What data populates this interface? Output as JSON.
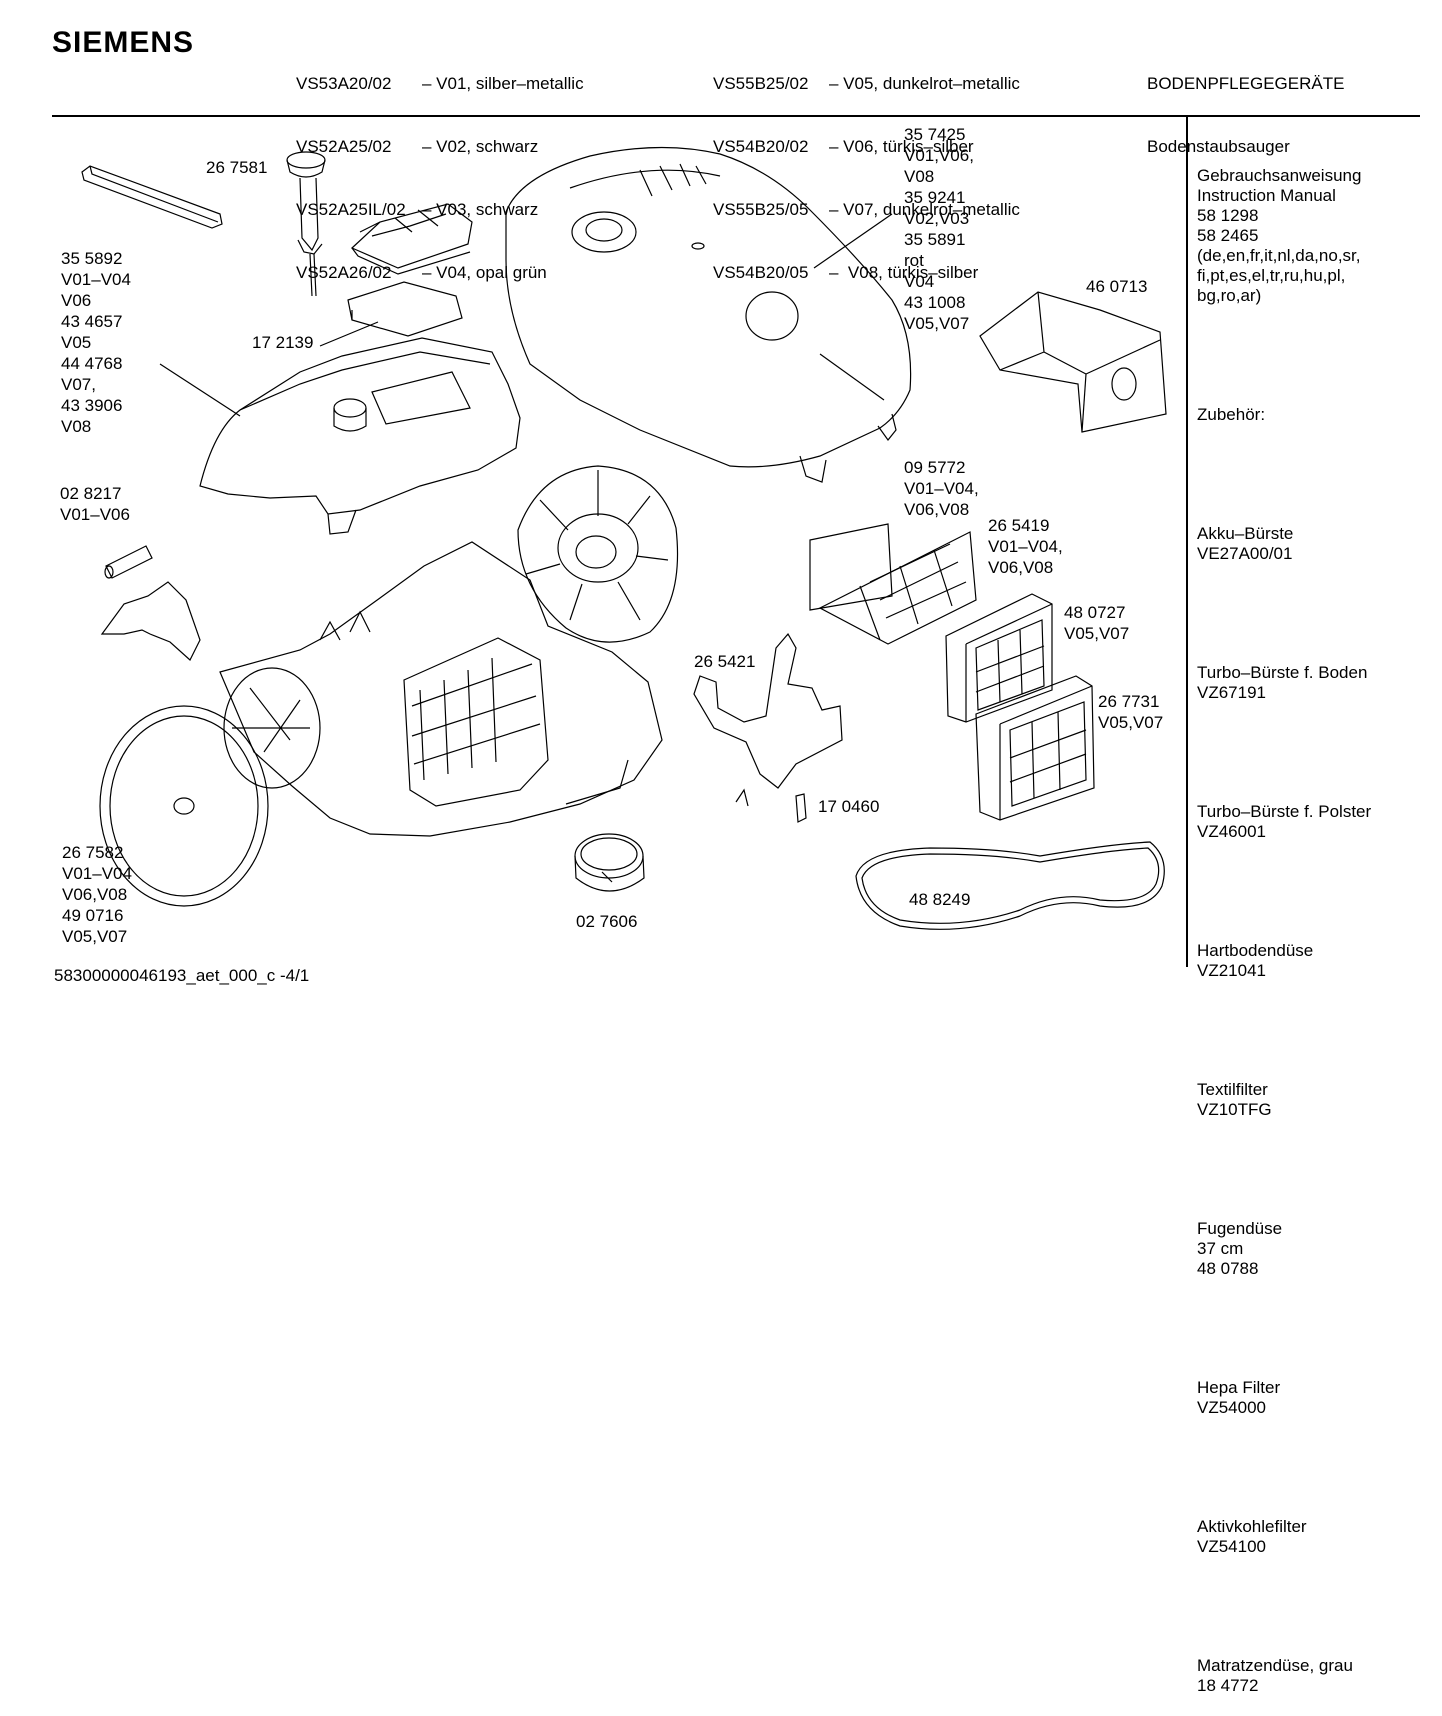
{
  "brand": "SIEMENS",
  "header": {
    "models_left": [
      "VS53A20/02",
      "VS52A25/02",
      "VS52A25IL/02",
      "VS52A26/02"
    ],
    "variants_left": [
      "– V01, silber–metallic",
      "– V02, schwarz",
      "– V03, schwarz",
      "– V04, opal grün"
    ],
    "models_right": [
      "VS55B25/02",
      "VS54B20/02",
      "VS55B25/05",
      "VS54B20/05"
    ],
    "variants_right": [
      "– V05, dunkelrot–metallic",
      "– V06, türkis–silber",
      "– V07, dunkelrot–metallic",
      "–  V08, türkis–silber"
    ],
    "category": "BODENPFLEGEGERÄTE",
    "subcategory": "Bodenstaubsauger"
  },
  "parts": {
    "p267581": "26 7581",
    "p355892": "35 5892\nV01–V04\nV06\n43 4657\nV05\n44 4768\nV07,\n43 3906\nV08",
    "p172139": "17 2139",
    "p357425": "35 7425\nV01,V06,\nV08\n35 9241\nV02,V03\n35 5891\nrot\nV04\n43 1008\nV05,V07",
    "p460713": "46 0713",
    "p028217": "02 8217\nV01–V06",
    "p095772": "09 5772\nV01–V04,\nV06,V08",
    "p265419": "26 5419\nV01–V04,\nV06,V08",
    "p480727": "48 0727\nV05,V07",
    "p265421": "26 5421",
    "p267731": "26 7731\nV05,V07",
    "p170460": "17 0460",
    "p267582": "26 7582\nV01–V04\nV06,V08\n49 0716\nV05,V07",
    "p027606": "02 7606",
    "p488249": "48 8249"
  },
  "sidebar": [
    "Gebrauchsanweisung\nInstruction Manual\n58 1298\n58 2465\n(de,en,fr,it,nl,da,no,sr,\nfi,pt,es,el,tr,ru,hu,pl,\nbg,ro,ar)",
    "Zubehör:",
    "Akku–Bürste\nVE27A00/01",
    "Turbo–Bürste f. Boden\nVZ67191",
    "Turbo–Bürste f. Polster\nVZ46001",
    "Hartbodendüse\nVZ21041",
    "Textilfilter\nVZ10TFG",
    "Fugendüse\n37 cm\n48 0788",
    "Hepa Filter\nVZ54000",
    "Aktivkohlefilter\nVZ54100",
    "Matratzendüse, grau\n18 4772"
  ],
  "footer": "58300000046193_aet_000_c -4/1"
}
